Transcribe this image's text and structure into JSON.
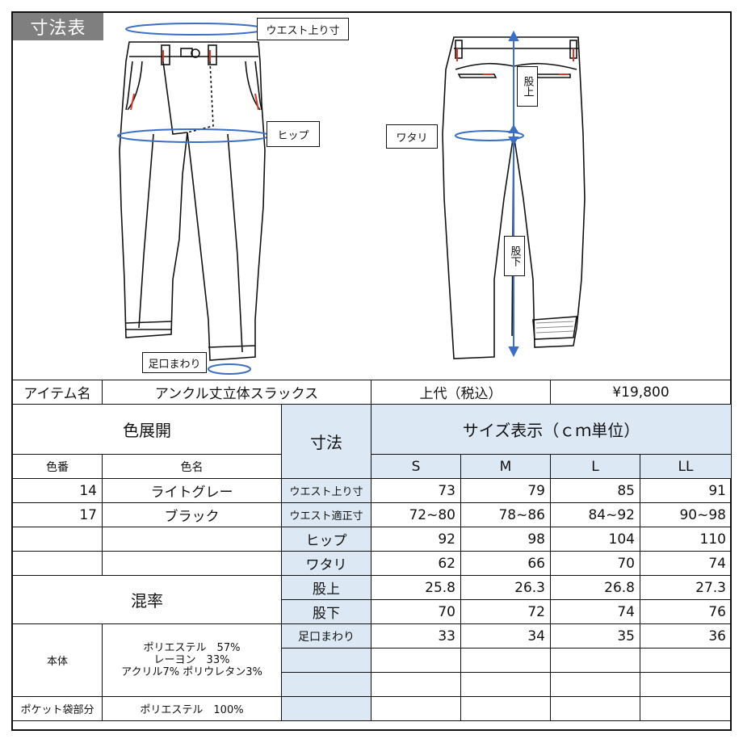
{
  "title": "寸法表",
  "diagram_labels": {
    "waist": "ウエスト上り寸",
    "hip": "ヒップ",
    "hem": "足口まわり",
    "thigh": "ワタリ",
    "rise": "股上",
    "inseam": "股下"
  },
  "item": {
    "label": "アイテム名",
    "name": "アンクル丈立体スラックス",
    "price_label": "上代（税込）",
    "price": "¥19,800"
  },
  "colors": {
    "heading": "色展開",
    "number_header": "色番",
    "name_header": "色名",
    "rows": [
      {
        "no": "14",
        "name": "ライトグレー"
      },
      {
        "no": "17",
        "name": "ブラック"
      }
    ]
  },
  "size_table": {
    "dimension_header": "寸法",
    "size_heading": "サイズ表示（ｃｍ単位）",
    "sizes": [
      "S",
      "M",
      "L",
      "LL"
    ],
    "rows": [
      {
        "label": "ウエスト上り寸",
        "values": [
          "73",
          "79",
          "85",
          "91"
        ]
      },
      {
        "label": "ウエスト適正寸",
        "values": [
          "72~80",
          "78~86",
          "84~92",
          "90~98"
        ]
      },
      {
        "label": "ヒップ",
        "values": [
          "92",
          "98",
          "104",
          "110"
        ]
      },
      {
        "label": "ワタリ",
        "values": [
          "62",
          "66",
          "70",
          "74"
        ]
      },
      {
        "label": "股上",
        "values": [
          "25.8",
          "26.3",
          "26.8",
          "27.3"
        ]
      },
      {
        "label": "股下",
        "values": [
          "70",
          "72",
          "74",
          "76"
        ]
      },
      {
        "label": "足口まわり",
        "values": [
          "33",
          "34",
          "35",
          "36"
        ]
      }
    ]
  },
  "composition": {
    "heading": "混率",
    "body_label": "本体",
    "body_lines": [
      "ポリエステル　57%",
      "レーヨン　33%",
      "アクリル7% ポリウレタン3%"
    ],
    "pocket_label": "ポケット袋部分",
    "pocket_value": "ポリエステル　100%"
  },
  "accent_colors": {
    "measure_line": "#3a6fc4",
    "header_fill": "#dde8f5",
    "title_fill": "#7f7f7f"
  }
}
